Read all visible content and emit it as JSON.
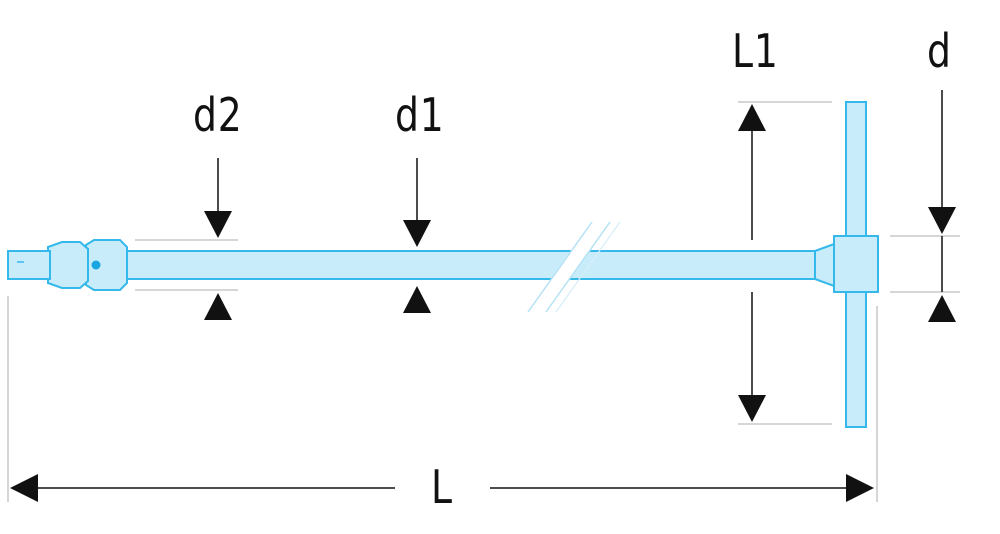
{
  "labels": {
    "d2": "d2",
    "d1": "d1",
    "L1": "L1",
    "d": "d",
    "L": "L"
  },
  "colors": {
    "tool_fill": "#c9ecfa",
    "tool_stroke": "#35b8ea",
    "dimension": "#111111",
    "extension_line": "#c8c8c8",
    "pin": "#1aa6e0"
  }
}
